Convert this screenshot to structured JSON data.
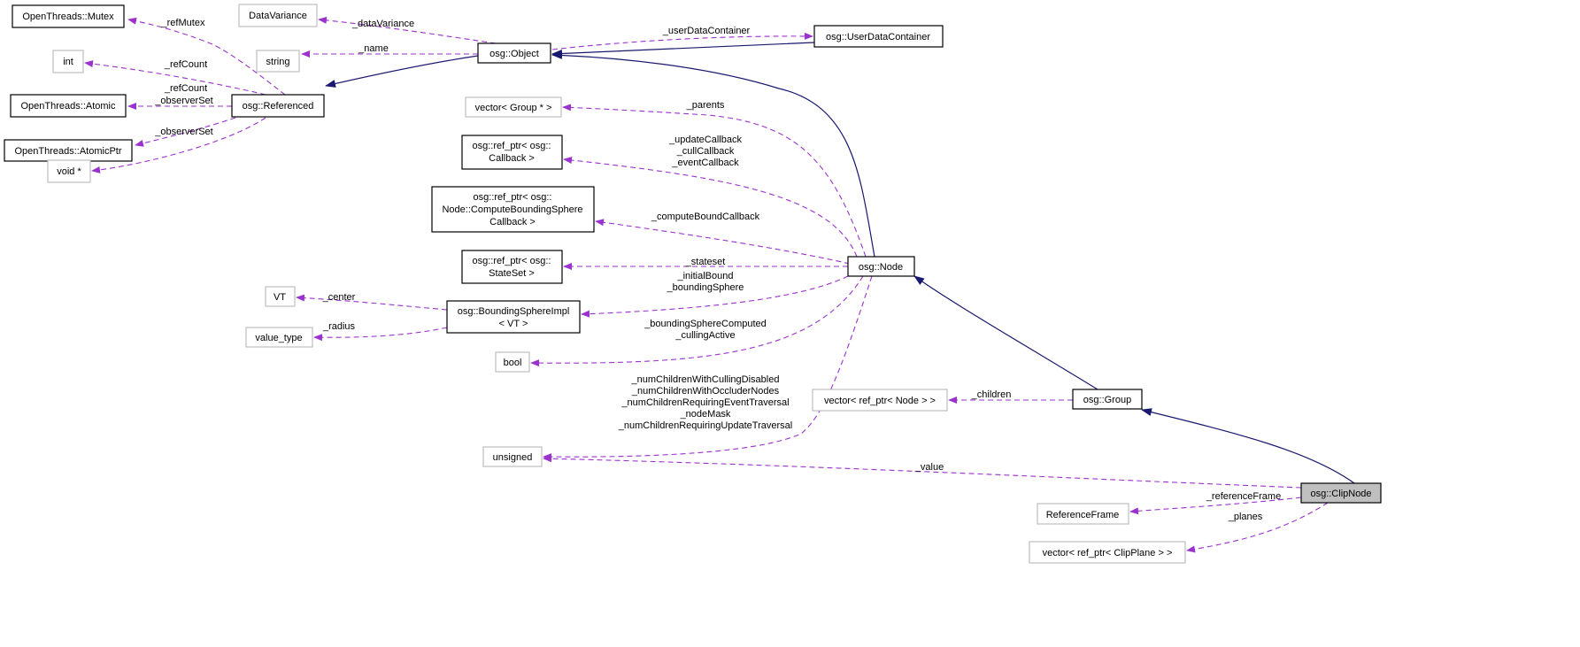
{
  "colors": {
    "member_edge": "#9a32cd",
    "inherit_edge": "#191970",
    "selected_fill": "#bfbfbf"
  },
  "nodes": {
    "mutex": "OpenThreads::Mutex",
    "int": "int",
    "atomic": "OpenThreads::Atomic",
    "atomicptr": "OpenThreads::AtomicPtr",
    "voidp": "void *",
    "referenced": "osg::Referenced",
    "datavariance": "DataVariance",
    "string": "string",
    "object": "osg::Object",
    "udc": "osg::UserDataContainer",
    "vecgroup": "vector< Group * >",
    "callback": [
      "osg::ref_ptr< osg::",
      "Callback >"
    ],
    "cbs": [
      "osg::ref_ptr< osg::",
      "Node::ComputeBoundingSphere",
      "Callback >"
    ],
    "stateset": [
      "osg::ref_ptr< osg::",
      "StateSet >"
    ],
    "vt": "VT",
    "bsi": [
      "osg::BoundingSphereImpl",
      "< VT >"
    ],
    "valuetype": "value_type",
    "bool": "bool",
    "unsigned": "unsigned",
    "node": "osg::Node",
    "vecnode": "vector< ref_ptr< Node > >",
    "group": "osg::Group",
    "clipnode": "osg::ClipNode",
    "refframe": "ReferenceFrame",
    "vecclip": "vector< ref_ptr< ClipPlane > >"
  },
  "labels": {
    "refMutex": "_refMutex",
    "refCount1": "_refCount",
    "refCount2": "_refCount",
    "observerSet1": "_observerSet",
    "observerSet2": "_observerSet",
    "dataVariance": "_dataVariance",
    "name": "_name",
    "userDataContainer": "_userDataContainer",
    "parents": "_parents",
    "callbacks": [
      "_updateCallback",
      "_cullCallback",
      "_eventCallback"
    ],
    "computeBound": "_computeBoundCallback",
    "stateset": "_stateset",
    "initialBound": [
      "_initialBound",
      "_boundingSphere"
    ],
    "center": "_center",
    "radius": "_radius",
    "boolMembers": [
      "_boundingSphereComputed",
      "_cullingActive"
    ],
    "unsignedMembers": [
      "_numChildrenWithCullingDisabled",
      "_numChildrenWithOccluderNodes",
      "_numChildrenRequiringEventTraversal",
      "_nodeMask",
      "_numChildrenRequiringUpdateTraversal"
    ],
    "children": "_children",
    "value": "_value",
    "referenceFrame": "_referenceFrame",
    "planes": "_planes"
  }
}
